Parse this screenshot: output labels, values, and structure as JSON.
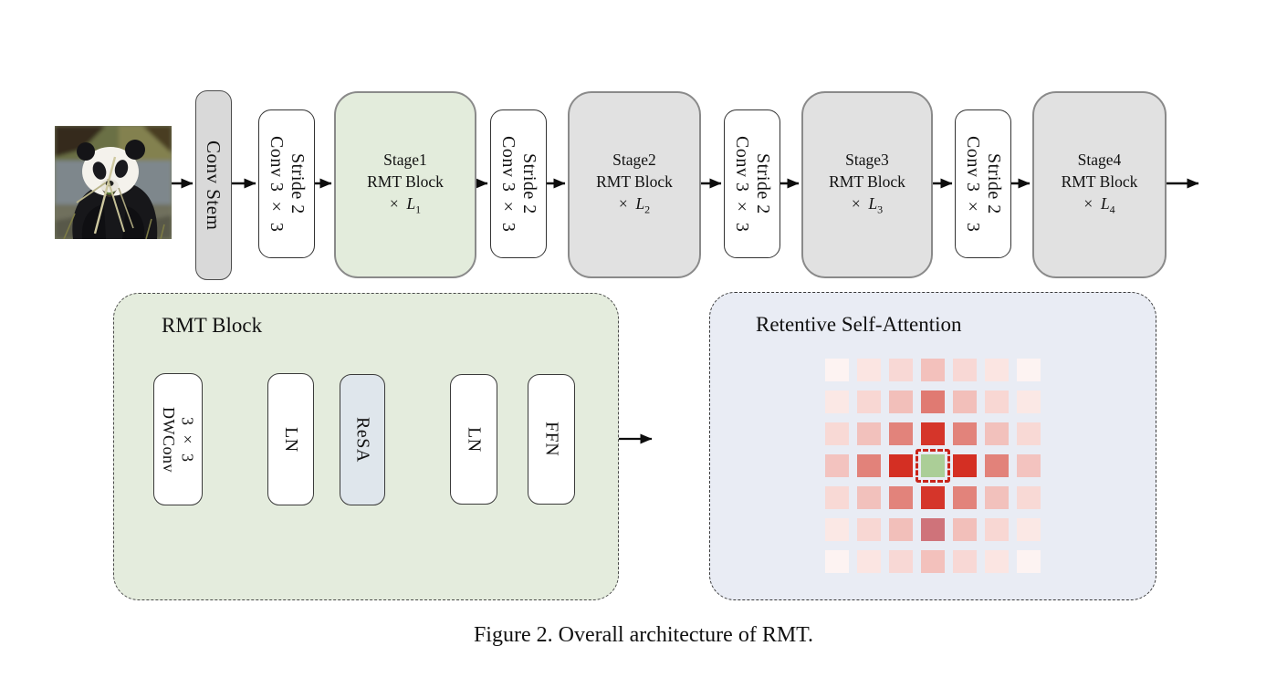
{
  "figure": {
    "caption": "Figure 2. Overall architecture of RMT."
  },
  "pipeline": {
    "input_image": "panda photo",
    "stem_label": "Conv Stem",
    "downsample": {
      "line1": "Conv 3 × 3",
      "line2": "Stride 2"
    },
    "times_symbol": "×",
    "depth_symbol": "L",
    "stages": [
      {
        "name": "Stage1",
        "block_label": "RMT Block",
        "depth_subscript": "1",
        "fill": "#e3ecdc"
      },
      {
        "name": "Stage2",
        "block_label": "RMT Block",
        "depth_subscript": "2",
        "fill": "#e1e1e1"
      },
      {
        "name": "Stage3",
        "block_label": "RMT Block",
        "depth_subscript": "3",
        "fill": "#e1e1e1"
      },
      {
        "name": "Stage4",
        "block_label": "RMT Block",
        "depth_subscript": "4",
        "fill": "#e1e1e1"
      }
    ]
  },
  "rmt_block_panel": {
    "title": "RMT Block",
    "fill": "#e4ecdd",
    "dwconv": {
      "line1": "DWConv",
      "line2": "3 × 3"
    },
    "ln1_label": "LN",
    "resa_label": "ReSA",
    "resa_fill": "#dfe6ec",
    "ln2_label": "LN",
    "ffn_label": "FFN"
  },
  "rsa_panel": {
    "title": "Retentive Self-Attention",
    "fill": "#e9ecf4",
    "grid": {
      "rows": 7,
      "cols": 7,
      "center_fill": "#abce97",
      "center_ring_color": "#c9241a",
      "colors": [
        [
          "#fdf3f2",
          "#fbe5e2",
          "#f8d8d5",
          "#f3c1bc",
          "#f8d8d5",
          "#fbe5e2",
          "#fdf3f2"
        ],
        [
          "#fbe8e5",
          "#f8d7d3",
          "#f2bfba",
          "#e07a72",
          "#f2bfba",
          "#f8d7d3",
          "#fbe8e5"
        ],
        [
          "#f8d9d5",
          "#f2c1bc",
          "#e2837b",
          "#d5352a",
          "#e2837b",
          "#f2c1bc",
          "#f8d9d5"
        ],
        [
          "#f3c3bf",
          "#e2827a",
          "#d42f23",
          "center",
          "#d42f23",
          "#e2827a",
          "#f3c3bf"
        ],
        [
          "#f8d9d5",
          "#f2c1bc",
          "#e2837b",
          "#d5352a",
          "#e2837b",
          "#f2c1bc",
          "#f8d9d5"
        ],
        [
          "#fbe8e5",
          "#f8d7d3",
          "#f2bfba",
          "#cf737a",
          "#f2bfba",
          "#f8d7d3",
          "#fbe8e5"
        ],
        [
          "#fdf3f2",
          "#fbe5e2",
          "#f8d8d5",
          "#f3c1bc",
          "#f8d8d5",
          "#fbe5e2",
          "#fdf3f2"
        ]
      ]
    }
  },
  "colors": {
    "stem_fill": "#d9d9d9",
    "arrow": "#0d0d0d",
    "panel_border": "#4a4a4a"
  }
}
